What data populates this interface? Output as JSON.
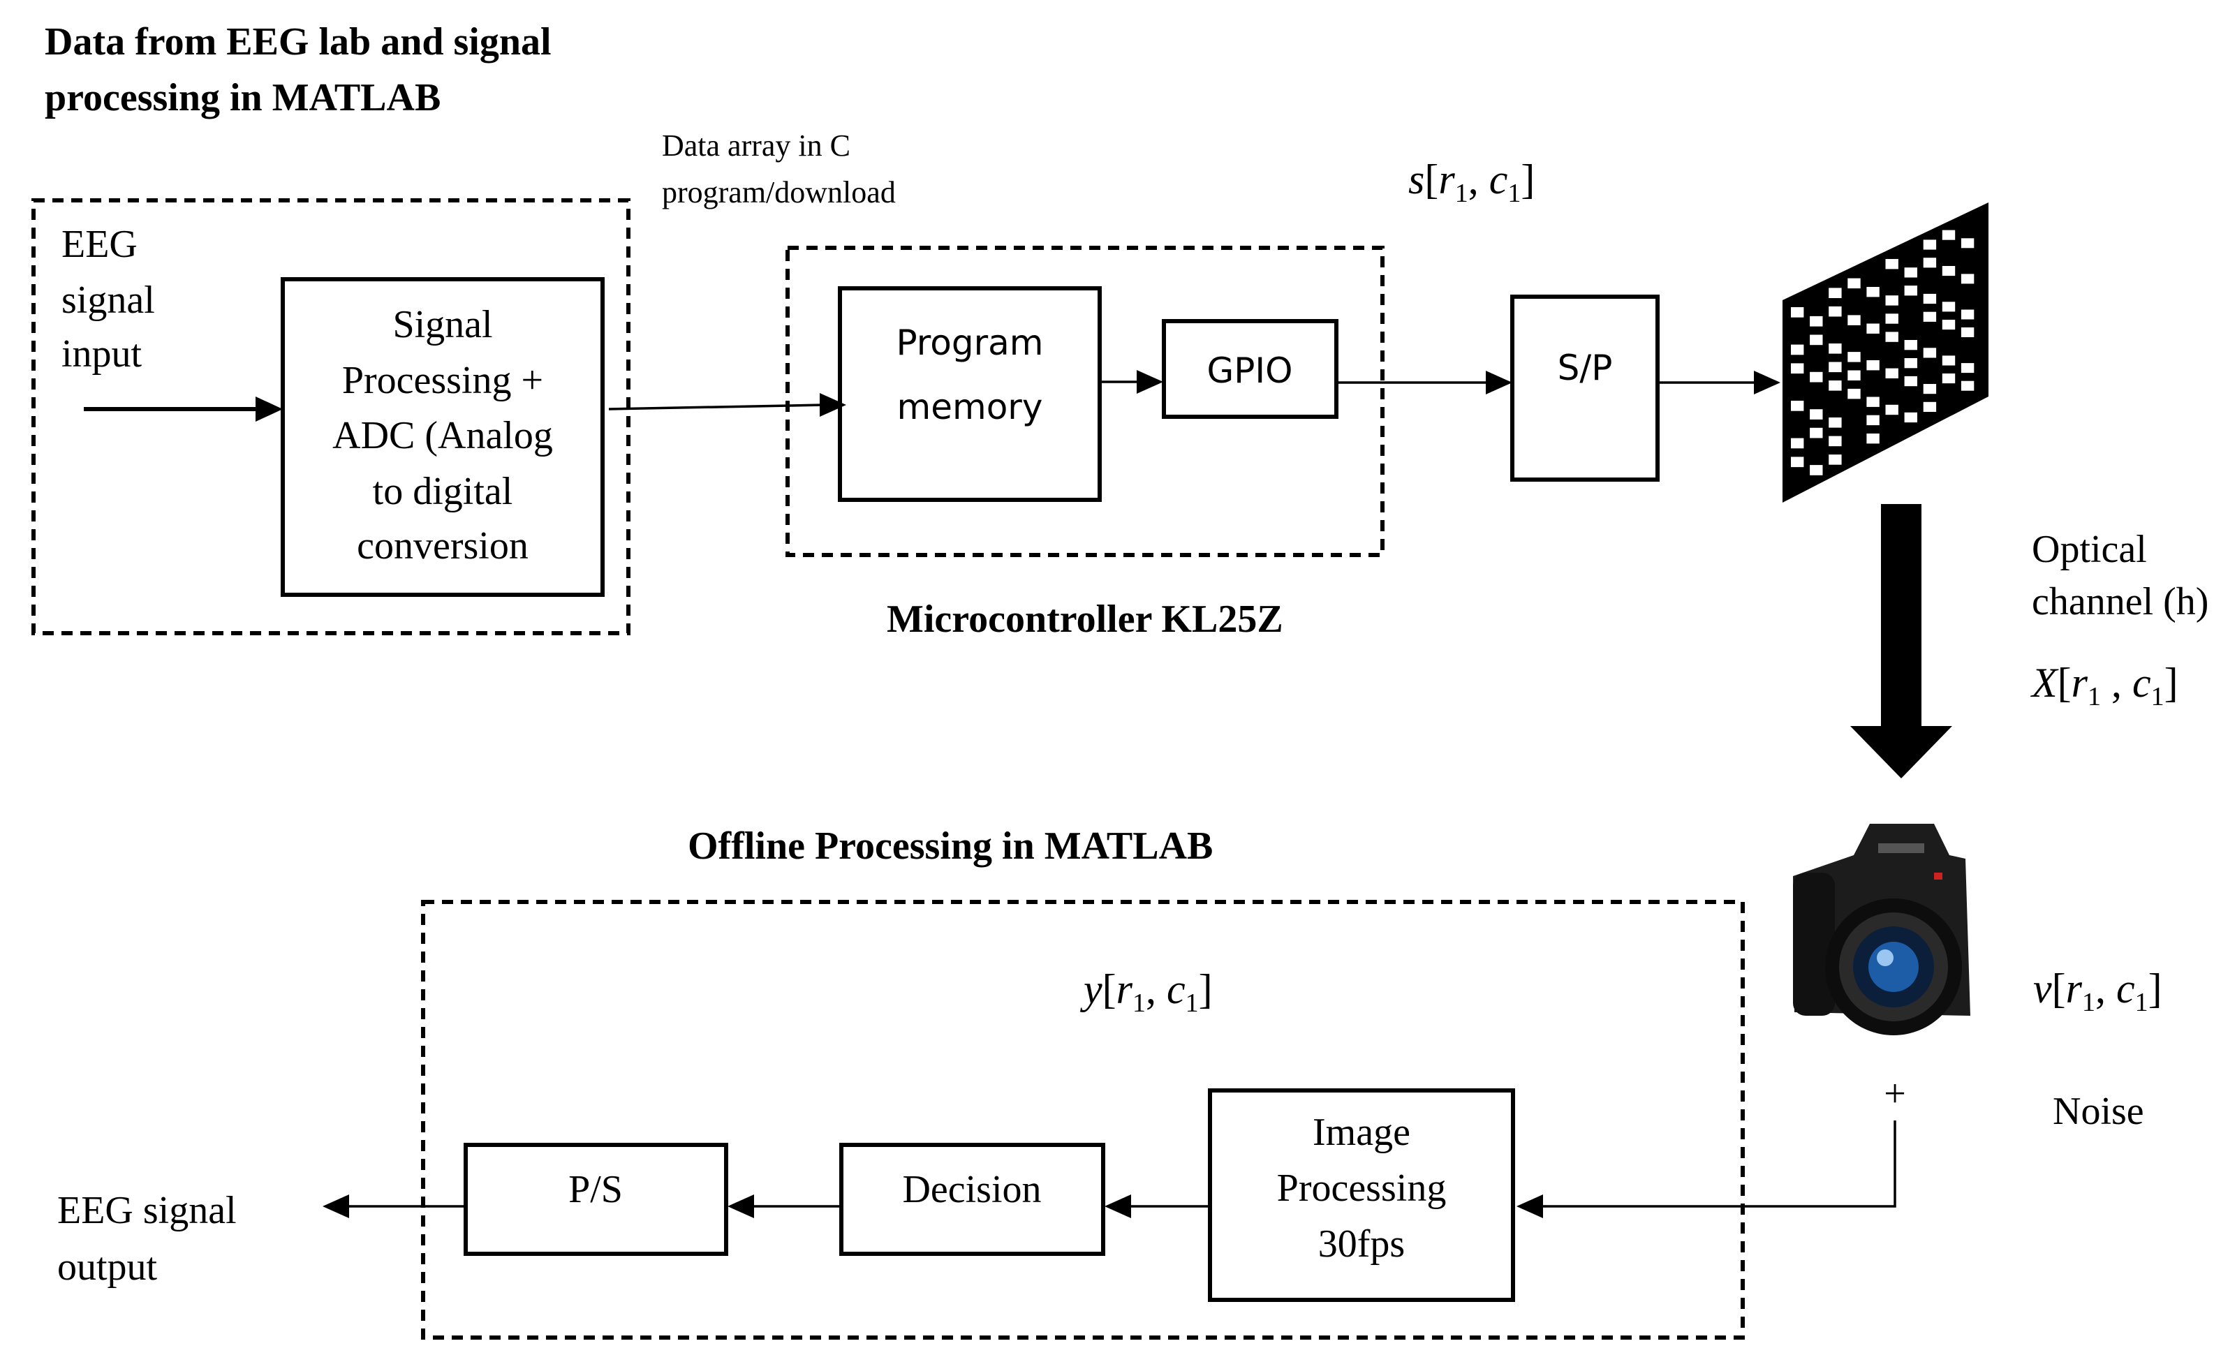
{
  "headings": {
    "matlab_top_line1": "Data from EEG lab and signal",
    "matlab_top_line2": "processing in MATLAB",
    "microcontroller": "Microcontroller KL25Z",
    "offline": "Offline Processing in MATLAB"
  },
  "labels": {
    "eeg_input": [
      "EEG",
      "signal",
      "input"
    ],
    "data_array": [
      "Data array in C",
      "program/download"
    ],
    "optical_channel": [
      "Optical",
      "channel (h)"
    ],
    "noise": "Noise",
    "plus": "+",
    "eeg_output": [
      "EEG signal",
      "output"
    ]
  },
  "blocks": {
    "signal_processing": [
      "Signal",
      "Processing +",
      "ADC (Analog",
      "to digital",
      "conversion"
    ],
    "program_memory": [
      "Program",
      "memory"
    ],
    "gpio": "GPIO",
    "sp": "S/P",
    "image_processing": [
      "Image",
      "Processing",
      "30fps"
    ],
    "decision": "Decision",
    "ps": "P/S"
  },
  "math": {
    "s": [
      "s",
      "[",
      "r",
      "1",
      ", ",
      "c",
      "1",
      "]"
    ],
    "x": [
      "X",
      "[",
      "r",
      "1",
      " , ",
      "c",
      "1",
      "]"
    ],
    "y": [
      "y",
      "[",
      "r",
      "1",
      ", ",
      "c",
      "1",
      "]"
    ],
    "v": [
      "v",
      "[",
      "r",
      "1",
      ", ",
      "c",
      "1",
      "]"
    ]
  },
  "icons": {
    "led_panel": "led-matrix-icon",
    "camera": "camera-icon",
    "optical_arrow": "down-arrow-icon"
  }
}
